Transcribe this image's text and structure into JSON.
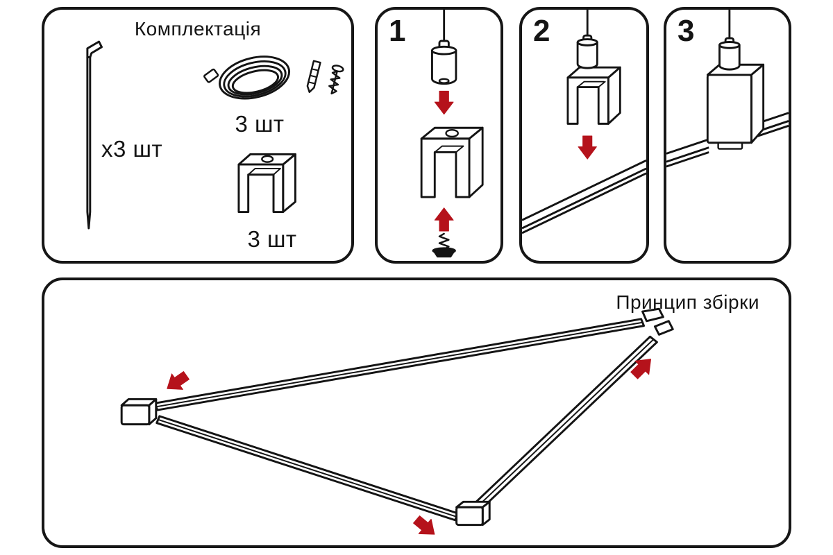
{
  "colors": {
    "accent_red": "#b5121b",
    "line": "#141414"
  },
  "kit_panel": {
    "title": "Комплектація",
    "stake_qty": "x3 шт",
    "cable_qty": "3 шт",
    "clip_qty": "3 шт"
  },
  "steps": [
    {
      "number": "1"
    },
    {
      "number": "2"
    },
    {
      "number": "3"
    }
  ],
  "assembly_panel": {
    "title": "Принцип збірки"
  }
}
